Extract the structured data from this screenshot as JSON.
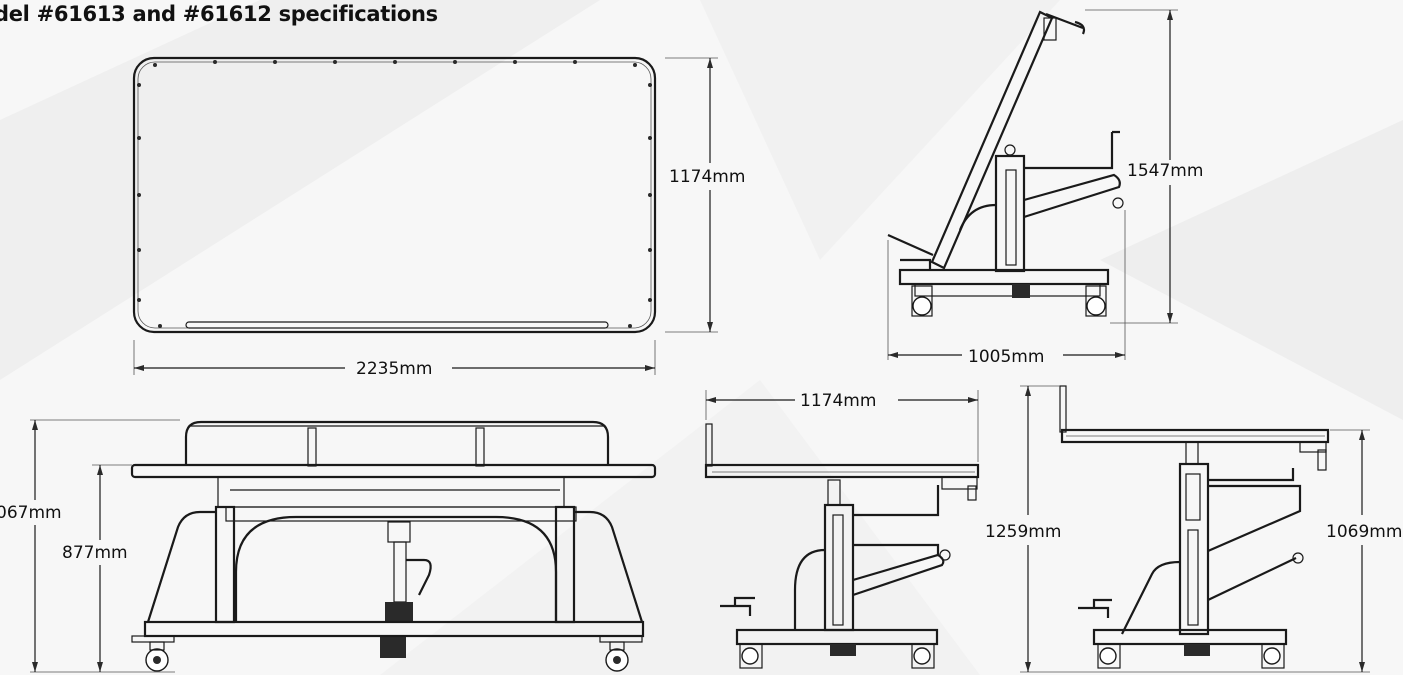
{
  "title": "del #61613 and #61612 specifications",
  "dimensions": {
    "top_width": "2235mm",
    "top_depth": "1174mm",
    "tilt_height": "1547mm",
    "tilt_length": "1005mm",
    "front_width_top": "1174mm",
    "side_max_height": "1259mm",
    "side_low_height": "1069mm",
    "front_height_left": "067mm",
    "front_height_right": "877mm"
  },
  "colors": {
    "line": "#1a1a1a",
    "background": "#f7f7f7"
  }
}
